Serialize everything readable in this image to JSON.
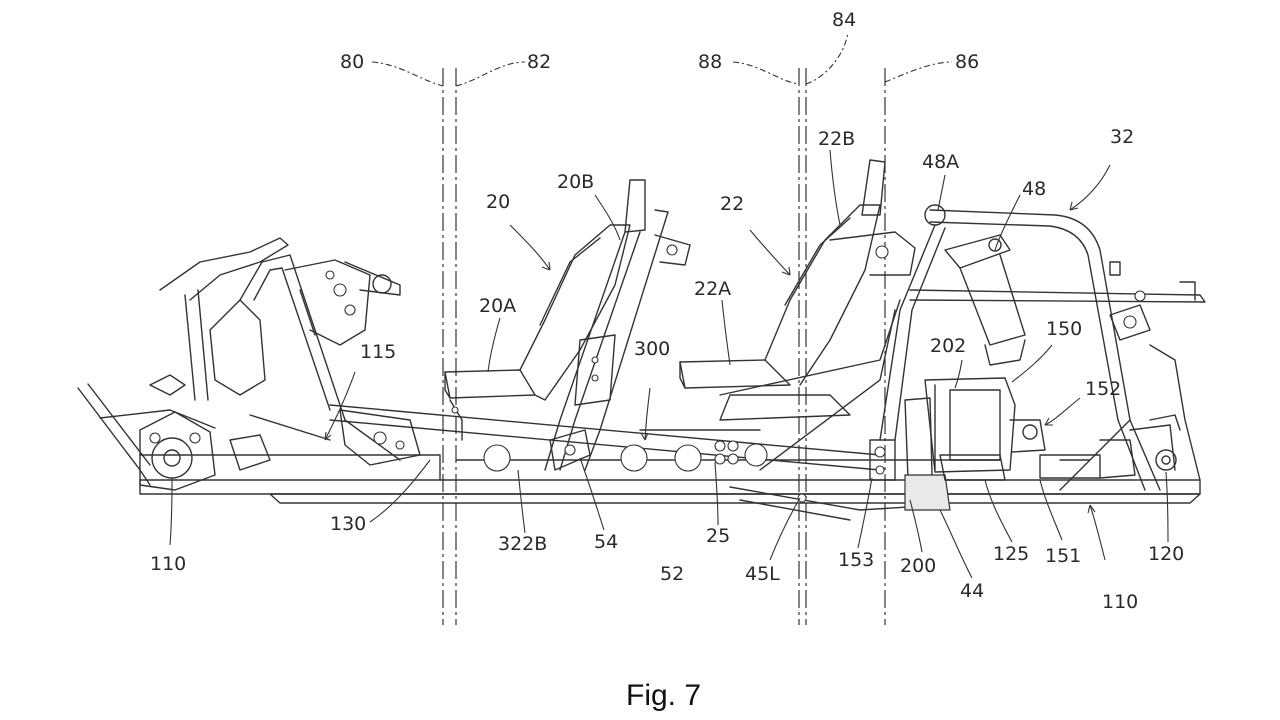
{
  "figure": {
    "caption": "Fig. 7",
    "reference_numerals": {
      "n80": "80",
      "n82": "82",
      "n88": "88",
      "n84": "84",
      "n86": "86",
      "n22B": "22B",
      "n32": "32",
      "n48A": "48A",
      "n48": "48",
      "n20": "20",
      "n20B": "20B",
      "n22": "22",
      "n22A": "22A",
      "n20A": "20A",
      "n300": "300",
      "n115": "115",
      "n202": "202",
      "n150": "150",
      "n152": "152",
      "n130": "130",
      "n322B": "322B",
      "n54": "54",
      "n25": "25",
      "n110_left": "110",
      "n52": "52",
      "n45L": "45L",
      "n153": "153",
      "n200": "200",
      "n125": "125",
      "n151": "151",
      "n120": "120",
      "n44": "44",
      "n110_right": "110"
    }
  }
}
